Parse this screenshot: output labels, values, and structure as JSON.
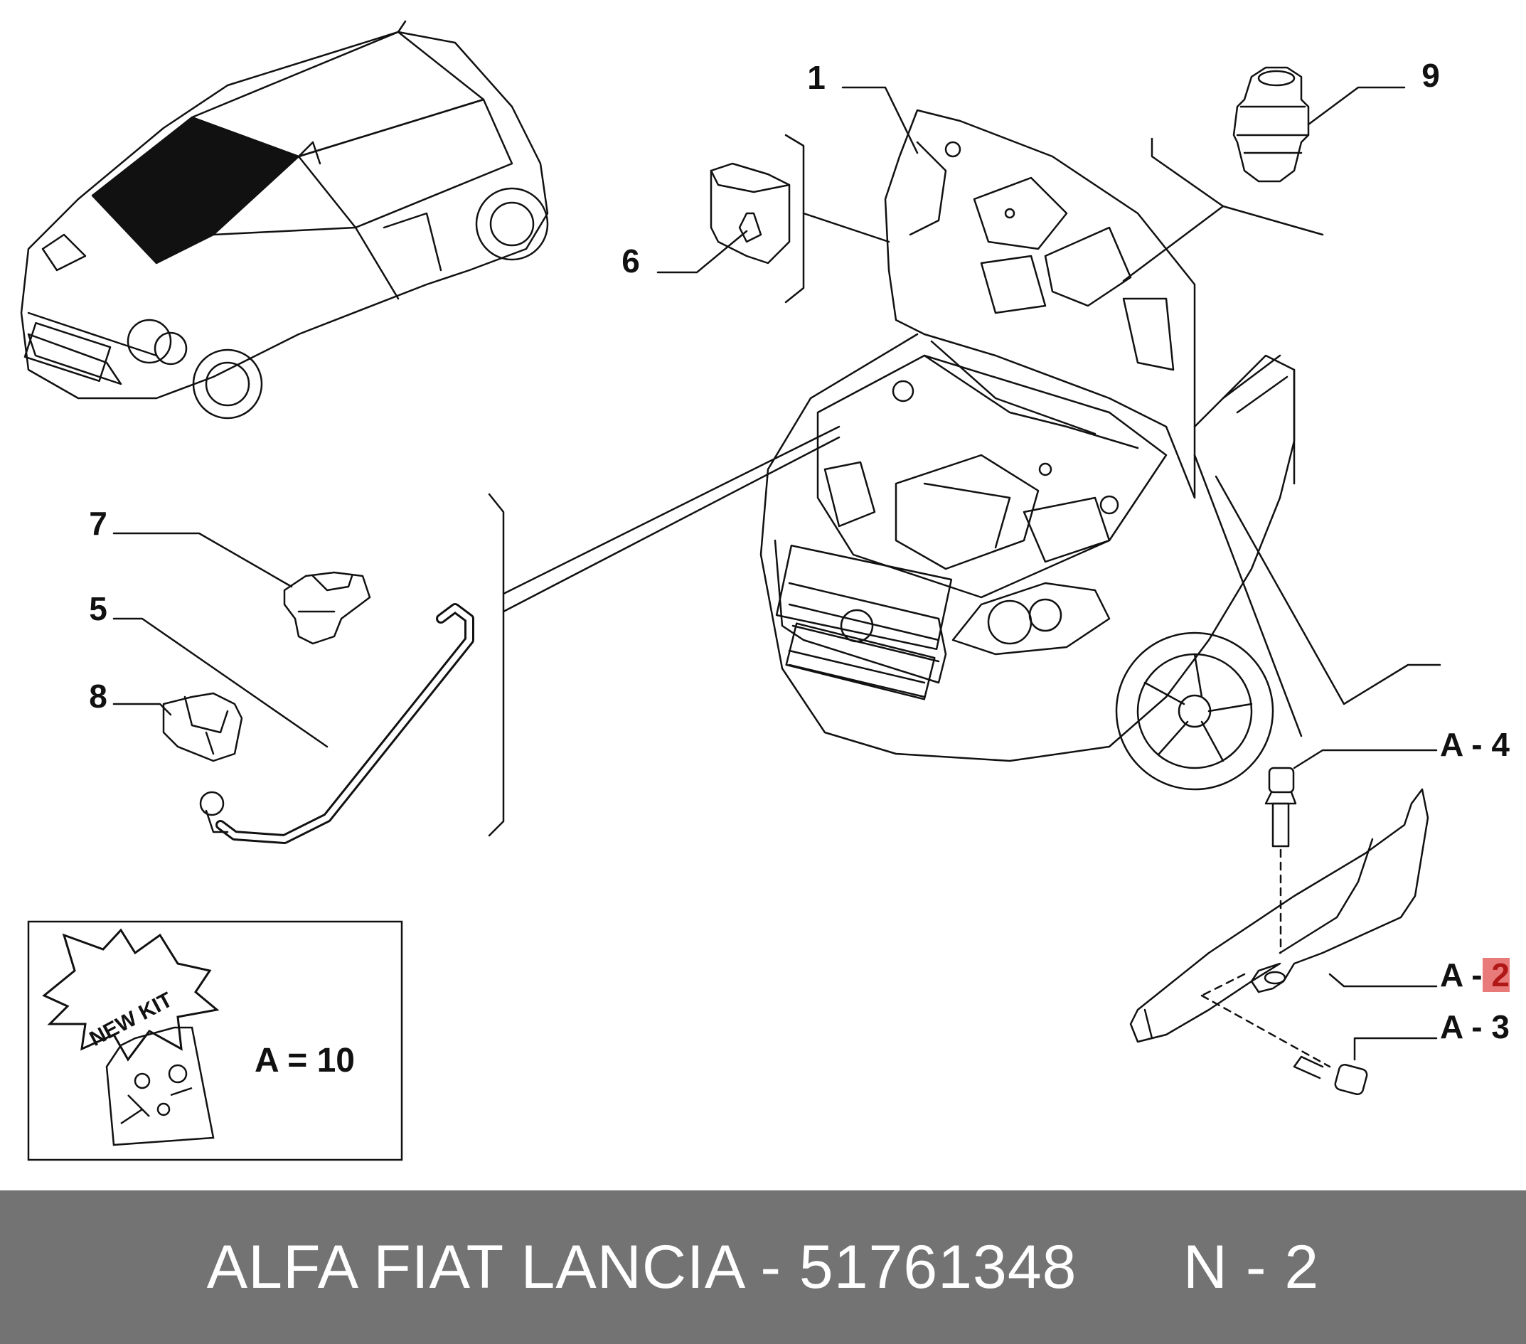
{
  "callouts": {
    "c1": "1",
    "c5": "5",
    "c6": "6",
    "c7": "7",
    "c8": "8",
    "c9": "9",
    "a4": "A - 4",
    "a2_prefix": "A - ",
    "a2_num": "2",
    "a3": "A - 3"
  },
  "kit": {
    "burst_label": "NEW KIT",
    "equation": "A = 10"
  },
  "footer": {
    "text": "ALFA FIAT LANCIA - 51761348      N - 2"
  },
  "colors": {
    "footer_bg": "#737373",
    "footer_text": "#ffffff",
    "highlight": "#e87a7a",
    "line": "#111111"
  }
}
